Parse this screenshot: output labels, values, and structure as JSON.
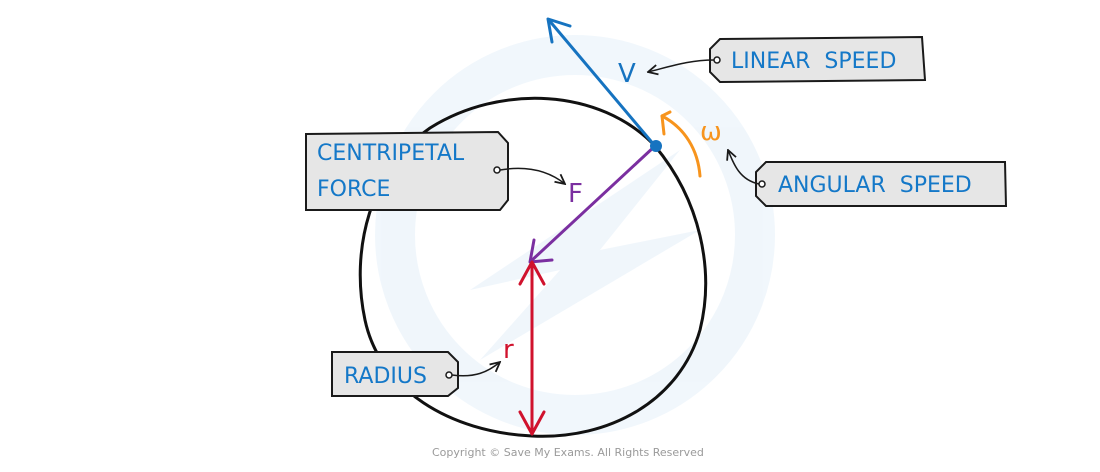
{
  "diagram": {
    "title": "Circular motion quantities",
    "colors": {
      "circle": "#111111",
      "velocity": "#1673c0",
      "force": "#7b2fa0",
      "radius": "#d0122d",
      "angular": "#f7941d",
      "label_text": "#1478c8",
      "tag_fill": "#e6e6e6"
    },
    "symbols": {
      "velocity": "V",
      "force": "F",
      "angular": "ω",
      "radius": "r"
    },
    "labels": {
      "linear_speed": "LINEAR  SPEED",
      "centripetal_line1": "CENTRIPETAL",
      "centripetal_line2": "FORCE",
      "angular_speed": "ANGULAR  SPEED",
      "radius": "RADIUS"
    },
    "copyright": "Copyright © Save My Exams. All Rights Reserved"
  }
}
